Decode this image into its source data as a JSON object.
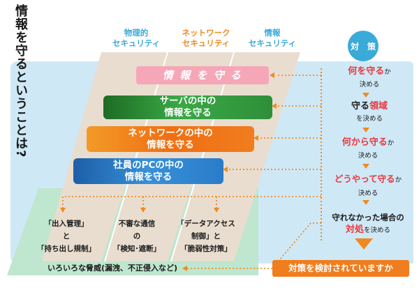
{
  "title": "情報を守るということは?",
  "columns": [
    {
      "label": "物理的\nセキュリティ",
      "color": "#3aaad9"
    },
    {
      "label": "ネットワーク\nセキュリティ",
      "color": "#f08a20"
    },
    {
      "label": "情報\nセキュリティ",
      "color": "#3aaad9"
    }
  ],
  "bars": {
    "top": "情 報 を 守 る",
    "server": "サーバの中の\n情報を守る",
    "network": "ネットワークの中の\n情報を守る",
    "pc": "社員のPCの中の\n情報を守る"
  },
  "measures": {
    "header": "対　策",
    "steps": [
      {
        "hl": "何を守る",
        "tail": "か",
        "sub": "決める"
      },
      {
        "pre": "守る",
        "hl": "領域",
        "sub": "を決める"
      },
      {
        "hl": "何から守る",
        "tail": "か",
        "sub": "決める"
      },
      {
        "hl": "どうやって守る",
        "tail": "か",
        "sub": "決める"
      },
      {
        "pre": "守れなかった場合の",
        "hl": "対処",
        "sub": "を決める"
      }
    ],
    "bottom": "対策を検討されていますか"
  },
  "threats": {
    "cols": [
      "「出入管理」\nと\n「持ち出し規制」",
      "不審な通信\nの\n「検知･遮断」",
      "「データアクセス\n制御」と\n「脆弱性対策」"
    ],
    "label": "いろいろな脅威(漏洩、不正侵入など)"
  },
  "colors": {
    "blue_bg": "#cfe8f6",
    "green_bg": "#bfe6cf",
    "beige": "#e8ddcf",
    "pink": "#f5a7b8",
    "dark_green": "#2f8f3a",
    "orange": "#f07d1e",
    "blue_bar": "#2a7cc9",
    "accent_red": "#e8383d",
    "dot_orange": "#f08a20"
  }
}
